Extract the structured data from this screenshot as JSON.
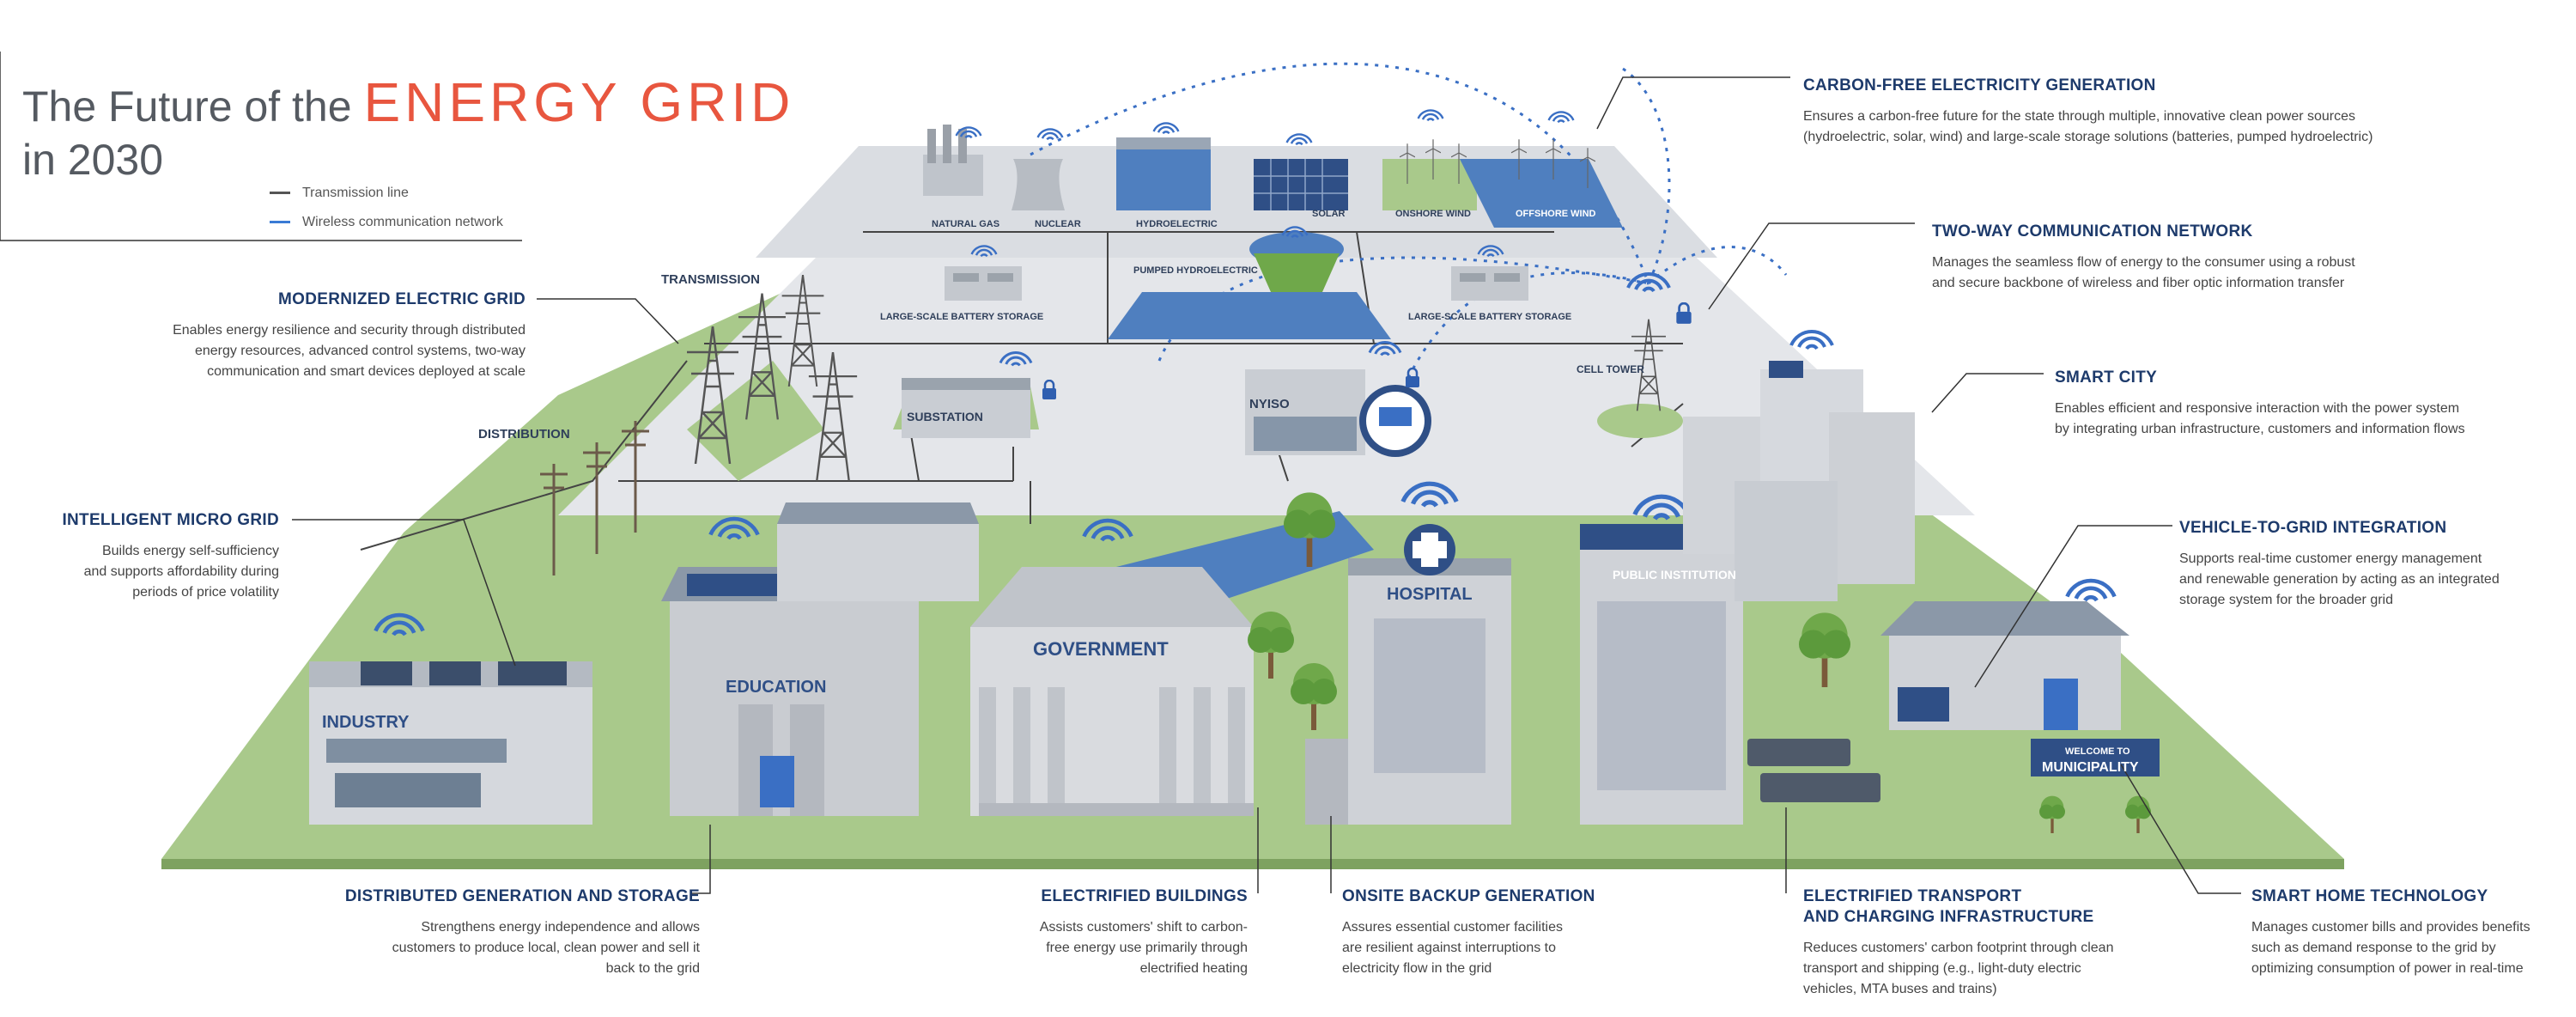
{
  "title": {
    "line1": "The Future of the",
    "accent": "ENERGY GRID",
    "line2": "in 2030"
  },
  "legend": [
    {
      "label": "Transmission line",
      "color": "#555555"
    },
    {
      "label": "Wireless communication network",
      "color": "#3a7bd5"
    }
  ],
  "colors": {
    "heading": "#1d3a6b",
    "accent": "#e8563f",
    "wireless": "#3a6fc4",
    "ground": "#a8c98a",
    "plaza": "#e9ebee"
  },
  "generation_labels": {
    "natural_gas": "NATURAL GAS",
    "nuclear": "NUCLEAR",
    "hydroelectric": "HYDROELECTRIC",
    "solar": "SOLAR",
    "onshore_wind": "ONSHORE WIND",
    "offshore_wind": "OFFSHORE WIND",
    "pumped_hydro": "PUMPED HYDROELECTRIC",
    "battery_left": "LARGE-SCALE BATTERY STORAGE",
    "battery_right": "LARGE-SCALE BATTERY STORAGE",
    "transmission": "TRANSMISSION",
    "distribution": "DISTRIBUTION",
    "substation": "SUBSTATION",
    "nyiso": "NYISO",
    "cell_tower": "CELL TOWER"
  },
  "building_labels": {
    "industry": "INDUSTRY",
    "education": "EDUCATION",
    "government": "GOVERNMENT",
    "hospital": "HOSPITAL",
    "public_institution": "PUBLIC INSTITUTION",
    "welcome": "WELCOME TO",
    "municipality": "MUNICIPALITY"
  },
  "callouts": {
    "carbon_free": {
      "heading": "CARBON-FREE ELECTRICITY GENERATION",
      "lines": [
        "Ensures a carbon-free future for the state through multiple, innovative clean power sources",
        "(hydroelectric, solar, wind) and large-scale storage solutions (batteries, pumped hydroelectric)"
      ]
    },
    "two_way": {
      "heading": "TWO-WAY COMMUNICATION NETWORK",
      "lines": [
        "Manages the seamless flow of energy to the consumer using a robust",
        "and secure backbone of wireless and fiber optic information transfer"
      ]
    },
    "smart_city": {
      "heading": "SMART CITY",
      "lines": [
        "Enables efficient and responsive interaction with the power system",
        "by integrating urban infrastructure, customers and information flows"
      ]
    },
    "v2g": {
      "heading": "VEHICLE-TO-GRID INTEGRATION",
      "lines": [
        "Supports real-time customer energy management",
        "and renewable generation by acting as an integrated",
        "storage system for the broader grid"
      ]
    },
    "modernized": {
      "heading": "MODERNIZED ELECTRIC GRID",
      "lines": [
        "Enables energy resilience and security through distributed",
        "energy resources, advanced control systems, two-way",
        "communication and smart devices deployed at scale"
      ]
    },
    "micro_grid": {
      "heading": "INTELLIGENT MICRO GRID",
      "lines": [
        "Builds energy self-sufficiency",
        "and supports affordability during",
        "periods of price volatility"
      ]
    },
    "distributed": {
      "heading": "DISTRIBUTED GENERATION AND STORAGE",
      "lines": [
        "Strengthens energy independence and allows",
        "customers to produce local, clean power and sell it",
        "back to the grid"
      ]
    },
    "electrified_buildings": {
      "heading": "ELECTRIFIED BUILDINGS",
      "lines": [
        "Assists customers' shift to carbon-",
        "free energy use primarily through",
        "electrified heating"
      ]
    },
    "onsite_backup": {
      "heading": "ONSITE BACKUP GENERATION",
      "lines": [
        "Assures essential customer facilities",
        "are resilient against interruptions to",
        "electricity flow in the grid"
      ]
    },
    "transport": {
      "heading_line1": "ELECTRIFIED TRANSPORT",
      "heading_line2": "AND CHARGING INFRASTRUCTURE",
      "lines": [
        "Reduces customers' carbon footprint through clean",
        "transport and shipping (e.g., light-duty electric",
        "vehicles, MTA buses and trains)"
      ]
    },
    "smart_home": {
      "heading": "SMART HOME TECHNOLOGY",
      "lines": [
        "Manages customer bills and provides benefits",
        "such as demand response to the grid by",
        "optimizing consumption of power in real-time"
      ]
    }
  }
}
